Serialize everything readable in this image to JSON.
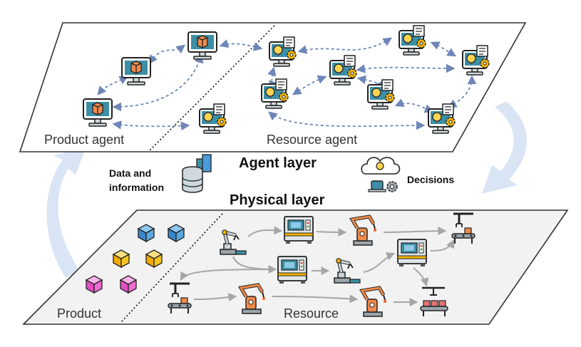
{
  "agent_layer": {
    "title": "Agent layer",
    "product_label": "Product agent",
    "resource_label": "Resource agent"
  },
  "physical_layer": {
    "title": "Physical layer",
    "product_label": "Product",
    "resource_label": "Resource"
  },
  "left_flow": {
    "label_line1": "Data and",
    "label_line2": "information",
    "icon": "database-icon"
  },
  "right_flow": {
    "label": "Decisions",
    "icon": "cloud-decision-icon"
  },
  "colors": {
    "plane_fill": "#ffffff",
    "physical_plane_fill": "#f2f2f2",
    "plane_stroke": "#333333",
    "agent_link": "#6f86b8",
    "flow_arrow": "#d9e5f5",
    "physical_arrow": "#a6a6a6",
    "cube_blue": "#4a9bd8",
    "cube_yellow": "#f7c31e",
    "cube_pink": "#f06bd3",
    "package_orange": "#f08a4b",
    "monitor_teal": "#3c8fa6"
  }
}
